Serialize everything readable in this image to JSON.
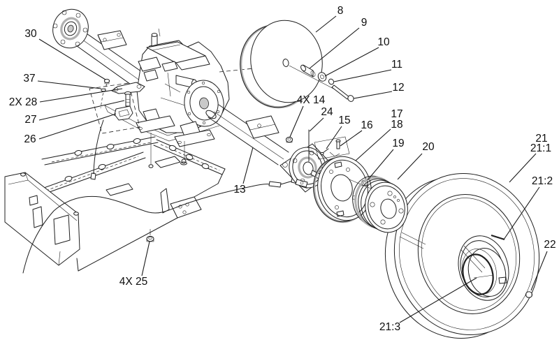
{
  "figure": {
    "kind": "exploded-parts-diagram",
    "subject": "rear axle, transaxle, brake drum and wheel assembly",
    "background_color": "#ffffff",
    "line_color": "#1f1f1f",
    "shade_color": "#b0b0b0",
    "label_color": "#0e0e0e"
  },
  "callouts": [
    {
      "text": "8"
    },
    {
      "text": "9"
    },
    {
      "text": "10"
    },
    {
      "text": "11"
    },
    {
      "text": "12"
    },
    {
      "text": "30"
    },
    {
      "text": "37"
    },
    {
      "text": "2X 28"
    },
    {
      "text": "27"
    },
    {
      "text": "26"
    },
    {
      "text": "4X 14"
    },
    {
      "text": "24"
    },
    {
      "text": "15"
    },
    {
      "text": "16"
    },
    {
      "text": "17"
    },
    {
      "text": "18"
    },
    {
      "text": "19"
    },
    {
      "text": "20"
    },
    {
      "text": "13"
    },
    {
      "text": "4X 25"
    },
    {
      "text": "21"
    },
    {
      "text": "21:1"
    },
    {
      "text": "21:2"
    },
    {
      "text": "21:3"
    },
    {
      "text": "22"
    }
  ]
}
